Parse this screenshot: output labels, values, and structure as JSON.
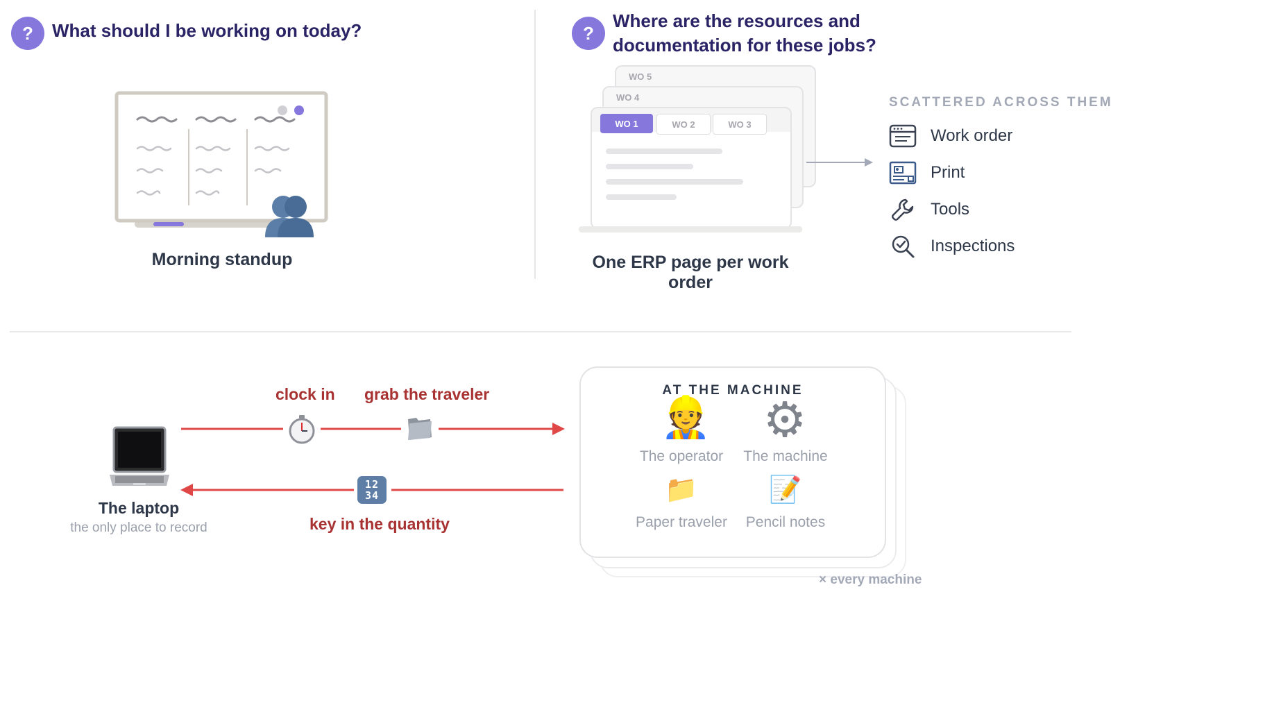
{
  "left_question": {
    "badge": "?",
    "text": "What should I be working on today?"
  },
  "right_question": {
    "badge": "?",
    "text_line1": "Where are the resources and",
    "text_line2": "documentation for these jobs?"
  },
  "standup": {
    "caption": "Morning standup",
    "people_icon": "busts-in-silhouette"
  },
  "erp": {
    "back_tabs": [
      "WO 5",
      "WO 4"
    ],
    "front_tabs": [
      "WO 1",
      "WO 2",
      "WO 3"
    ],
    "active_tab": "WO 1",
    "caption": "One ERP page per work order",
    "accent": "#8577dc"
  },
  "scattered": {
    "title": "SCATTERED ACROSS THEM",
    "items": [
      {
        "icon": "work-order-icon",
        "label": "Work order"
      },
      {
        "icon": "print-icon",
        "label": "Print"
      },
      {
        "icon": "wrench-icon",
        "label": "Tools"
      },
      {
        "icon": "inspection-icon",
        "label": "Inspections"
      }
    ]
  },
  "flow": {
    "laptop": {
      "title": "The laptop",
      "subtitle": "the only place to record"
    },
    "step_clock_in": "clock in",
    "step_traveler": "grab the traveler",
    "step_quantity": "key in the quantity",
    "numbers_glyph": "1234",
    "arrow_color": "#e04848"
  },
  "machine": {
    "title": "AT THE MACHINE",
    "items": [
      {
        "glyph": "👷",
        "label": "The operator"
      },
      {
        "glyph": "⚙",
        "label": "The machine"
      },
      {
        "glyph": "📁",
        "label": "Paper traveler"
      },
      {
        "glyph": "📝",
        "label": "Pencil notes"
      }
    ],
    "footer": "× every machine"
  }
}
